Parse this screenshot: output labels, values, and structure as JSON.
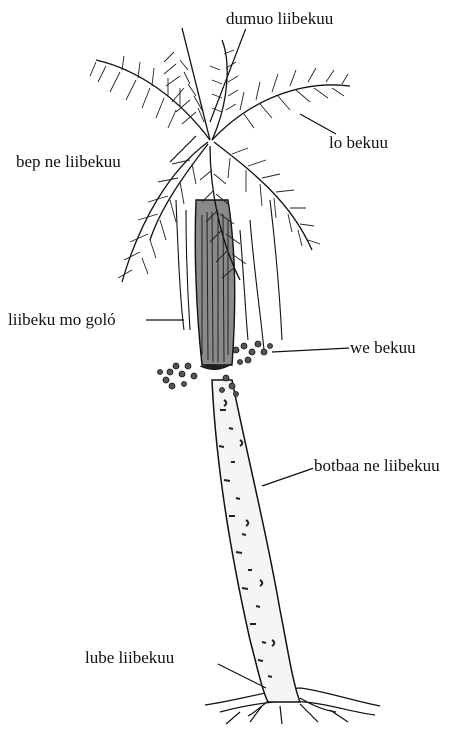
{
  "labels": {
    "crown_top": "dumuo liibekuu",
    "leaf": "lo bekuu",
    "leaf_base": "bep ne liibekuu",
    "aerial_roots": "liibeku mo goló",
    "inflorescence": "we bekuu",
    "trunk": "botbaa ne liibekuu",
    "root_base": "lube liibekuu"
  },
  "colors": {
    "ink": "#111111",
    "paper": "#ffffff",
    "shade": "#555555"
  }
}
